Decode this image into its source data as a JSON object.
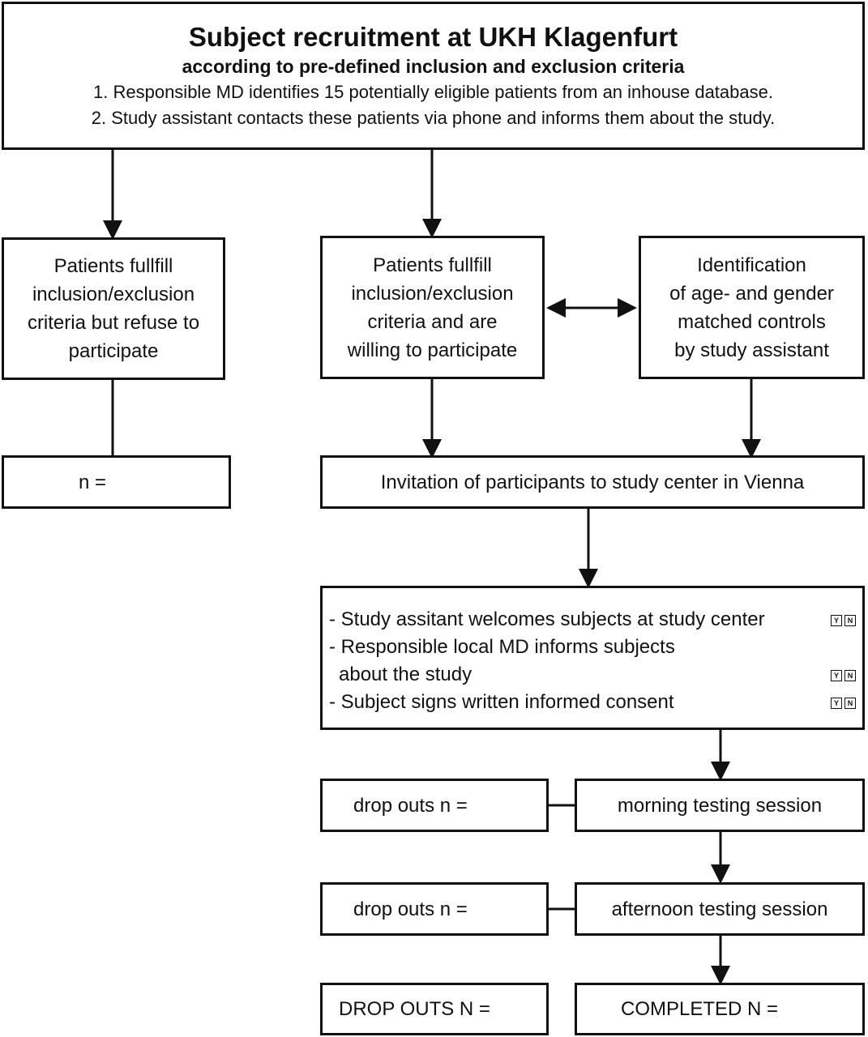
{
  "header": {
    "title": "Subject recruitment at UKH Klagenfurt",
    "subtitle": "according to pre-defined inclusion and exclusion criteria",
    "step1": "1. Responsible MD identifies 15 potentially eligible patients from an inhouse database.",
    "step2": "2. Study assistant contacts these patients via phone and informs them about the study."
  },
  "refuse": {
    "lines": [
      "Patients fullfill",
      "inclusion/exclusion",
      "criteria but refuse to",
      "participate"
    ],
    "count_label": "n ="
  },
  "willing": {
    "lines": [
      "Patients fullfill",
      "inclusion/exclusion",
      "criteria and are",
      "willing to participate"
    ]
  },
  "controls": {
    "lines": [
      "Identification",
      "of age- and gender",
      "matched controls",
      "by study assistant"
    ]
  },
  "invitation": "Invitation of participants to study center in Vienna",
  "checklist": {
    "item1": "- Study assitant welcomes subjects at study center",
    "item2a": "- Responsible local MD informs subjects",
    "item2b": "about the study",
    "item3": "- Subject signs written informed consent",
    "yes": "Y",
    "no": "N"
  },
  "morning": {
    "dropouts": "drop outs n =",
    "session": "morning testing session"
  },
  "afternoon": {
    "dropouts": "drop outs n =",
    "session": "afternoon testing session"
  },
  "final": {
    "dropouts": "DROP OUTS  N =",
    "completed": "COMPLETED  N  ="
  }
}
